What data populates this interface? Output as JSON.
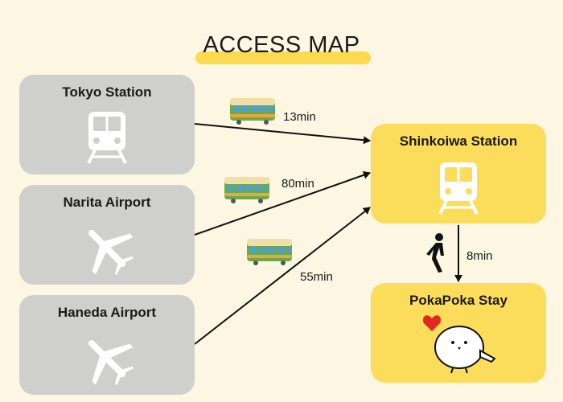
{
  "title": "ACCESS MAP",
  "origins": [
    {
      "label": "Tokyo Station",
      "icon": "train-icon"
    },
    {
      "label": "Narita Airport",
      "icon": "airplane-icon"
    },
    {
      "label": "Haneda Airport",
      "icon": "airplane-icon"
    }
  ],
  "routes": [
    {
      "time": "13min",
      "icon": "train-icon"
    },
    {
      "time": "80min",
      "icon": "train-icon"
    },
    {
      "time": "55min",
      "icon": "train-icon"
    }
  ],
  "hub": {
    "label": "Shinkoiwa Station",
    "icon": "train-icon"
  },
  "walk": {
    "time": "8min",
    "icon": "walking-person-icon"
  },
  "destination": {
    "label": "PokaPoka Stay",
    "icon": "bird-with-heart-icon"
  },
  "colors": {
    "background": "#fcf6e3",
    "grey_box": "#cfcfcd",
    "yellow_box": "#fcdd5b",
    "title_highlight": "#fcd94f",
    "icon_white": "#ffffff"
  }
}
